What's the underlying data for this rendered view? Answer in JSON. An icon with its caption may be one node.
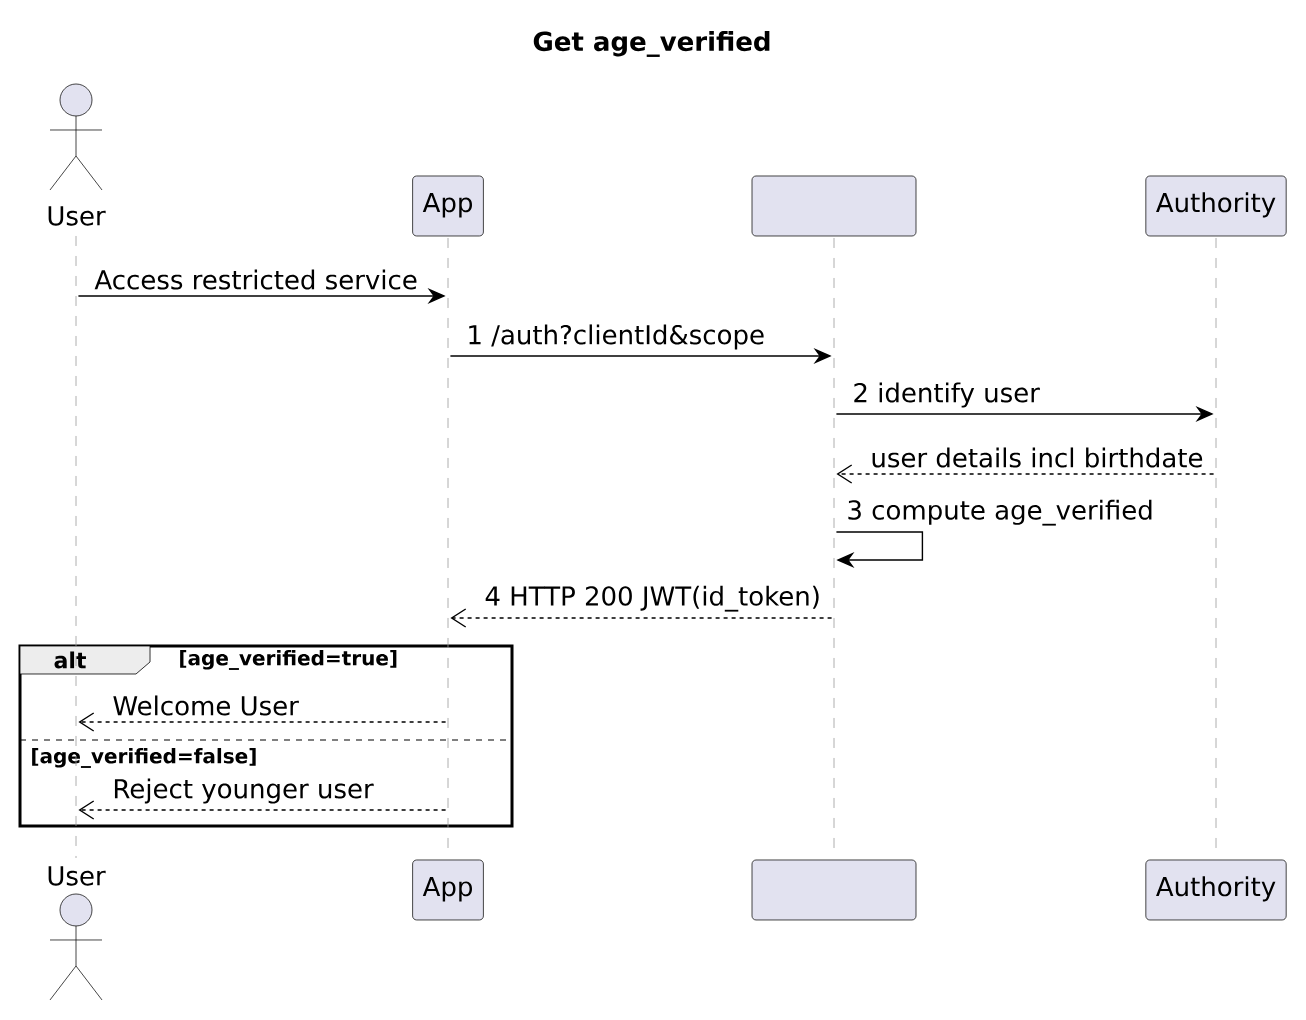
{
  "diagram": {
    "title": "Get age_verified",
    "nodes": [
      {
        "text": [
          "User"
        ]
      },
      {
        "text": [
          "App"
        ]
      },
      {
        "text": [],
        "shape": "box"
      },
      {
        "text": [
          "Authority"
        ]
      },
      {
        "text": [
          "User"
        ]
      },
      {
        "text": [
          "App"
        ]
      },
      {
        "text": [],
        "shape": "box"
      },
      {
        "text": [
          "Authority"
        ]
      },
      {
        "text": [],
        "shape": "bar"
      },
      {
        "text": [],
        "shape": "bar"
      },
      {
        "text": [],
        "shape": "bar"
      },
      {
        "text": [],
        "shape": "bar"
      }
    ],
    "edges": [
      {
        "from": 8,
        "to": 9,
        "arrow": "to",
        "label": "Access restricted service"
      },
      {
        "from": 9,
        "to": 10,
        "arrow": "to",
        "label": "1 /auth?clientId&scope"
      },
      {
        "from": 10,
        "to": 11,
        "arrow": "to",
        "label": "2 identify user"
      },
      {
        "from": 11,
        "to": 10,
        "arrow": "to",
        "label": "user details incl birthdate",
        "style": "dashed"
      },
      {
        "from": 10,
        "to": 10,
        "arrow": "to",
        "label": "3 compute age_verified"
      },
      {
        "from": 10,
        "to": 9,
        "arrow": "to",
        "label": "4 HTTP 200 JWT(id_token)",
        "style": "dashed"
      },
      {
        "from": 9,
        "to": 8,
        "arrow": "to",
        "label": "Welcome User",
        "style": "dashed"
      },
      {
        "from": 9,
        "to": 8,
        "arrow": "to",
        "label": "Reject younger user",
        "style": "dashed"
      }
    ],
    "labels": [
      "alt",
      "[age_verified=true]",
      "[age_verified=false]"
    ]
  }
}
